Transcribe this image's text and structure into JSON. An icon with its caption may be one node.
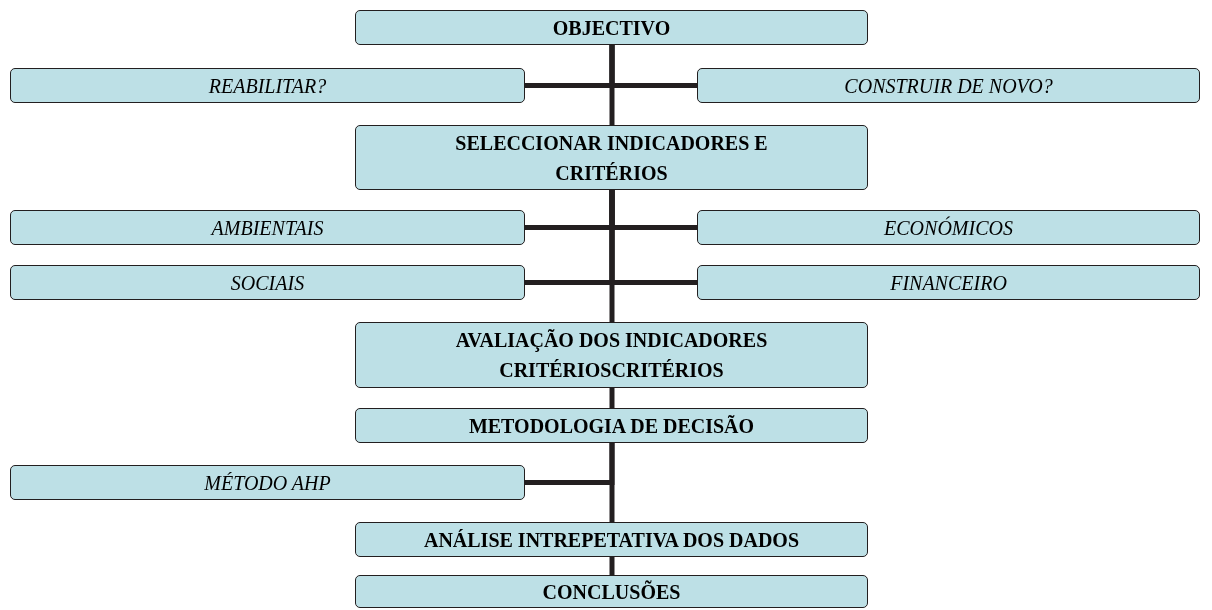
{
  "diagram": {
    "nodes": [
      {
        "text": [
          "OBJECTIVO"
        ]
      },
      {
        "text": [
          "REABILITAR?"
        ]
      },
      {
        "text": [
          "CONSTRUIR DE NOVO?"
        ]
      },
      {
        "text": [
          "SELECCIONAR INDICADORES E CRITÉRIOS"
        ]
      },
      {
        "text": [
          "AMBIENTAIS"
        ]
      },
      {
        "text": [
          "ECONÓMICOS"
        ]
      },
      {
        "text": [
          "SOCIAIS"
        ]
      },
      {
        "text": [
          "FINANCEIRO"
        ]
      },
      {
        "text": [
          "AVALIAÇÃO DOS INDICADORES CRITÉRIOSCRITÉRIOS"
        ]
      },
      {
        "text": [
          "METODOLOGIA DE DECISÃO"
        ]
      },
      {
        "text": [
          "MÉTODO AHP"
        ]
      },
      {
        "text": [
          "ANÁLISE INTREPETATIVA DOS DADOS"
        ]
      },
      {
        "text": [
          "CONCLUSÕES"
        ]
      }
    ],
    "edges": [
      {
        "from": 0,
        "to": 3,
        "arrow": "none"
      },
      {
        "from": 3,
        "to": 8,
        "arrow": "none"
      },
      {
        "from": 8,
        "to": 9,
        "arrow": "none"
      },
      {
        "from": 9,
        "to": 11,
        "arrow": "none"
      },
      {
        "from": 11,
        "to": 12,
        "arrow": "none"
      },
      {
        "from": 0,
        "to": 1,
        "arrow": "none"
      },
      {
        "from": 0,
        "to": 2,
        "arrow": "none"
      },
      {
        "from": 3,
        "to": 4,
        "arrow": "none"
      },
      {
        "from": 3,
        "to": 5,
        "arrow": "none"
      },
      {
        "from": 3,
        "to": 6,
        "arrow": "none"
      },
      {
        "from": 3,
        "to": 7,
        "arrow": "none"
      },
      {
        "from": 9,
        "to": 10,
        "arrow": "none"
      }
    ]
  }
}
